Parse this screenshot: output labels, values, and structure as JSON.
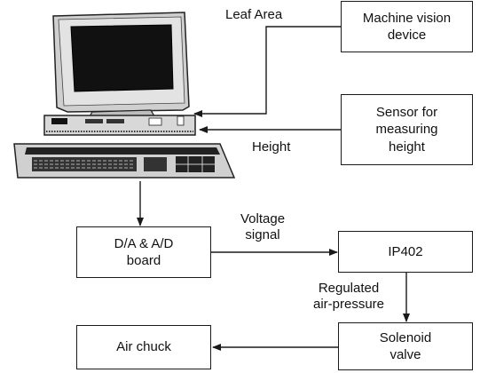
{
  "diagram": {
    "nodes": {
      "computer": {
        "label": "",
        "icon": "desktop-computer-icon"
      },
      "machine_vision": {
        "line1": "Machine vision",
        "line2": "device"
      },
      "height_sensor": {
        "line1": "Sensor for",
        "line2": "measuring",
        "line3": "height"
      },
      "da_ad_board": {
        "line1": "D/A & A/D",
        "line2": "board"
      },
      "ip402": {
        "line1": "IP402"
      },
      "solenoid_valve": {
        "line1": "Solenoid",
        "line2": "valve"
      },
      "air_chuck": {
        "line1": "Air chuck"
      }
    },
    "edges": {
      "leaf_area": {
        "label": "Leaf Area",
        "from": "machine_vision",
        "to": "computer"
      },
      "height": {
        "label": "Height",
        "from": "height_sensor",
        "to": "computer"
      },
      "computer_to_board": {
        "label": "",
        "from": "computer",
        "to": "da_ad_board"
      },
      "voltage_signal": {
        "line1": "Voltage",
        "line2": "signal",
        "from": "da_ad_board",
        "to": "ip402"
      },
      "regulated_air": {
        "line1": "Regulated",
        "line2": "air-pressure",
        "from": "ip402",
        "to": "solenoid_valve"
      },
      "valve_to_chuck": {
        "label": "",
        "from": "solenoid_valve",
        "to": "air_chuck"
      }
    },
    "colors": {
      "line": "#1a1a1a",
      "box_fill": "#ffffff",
      "screen": "#111111",
      "computer_body": "#d6d6d6"
    }
  }
}
